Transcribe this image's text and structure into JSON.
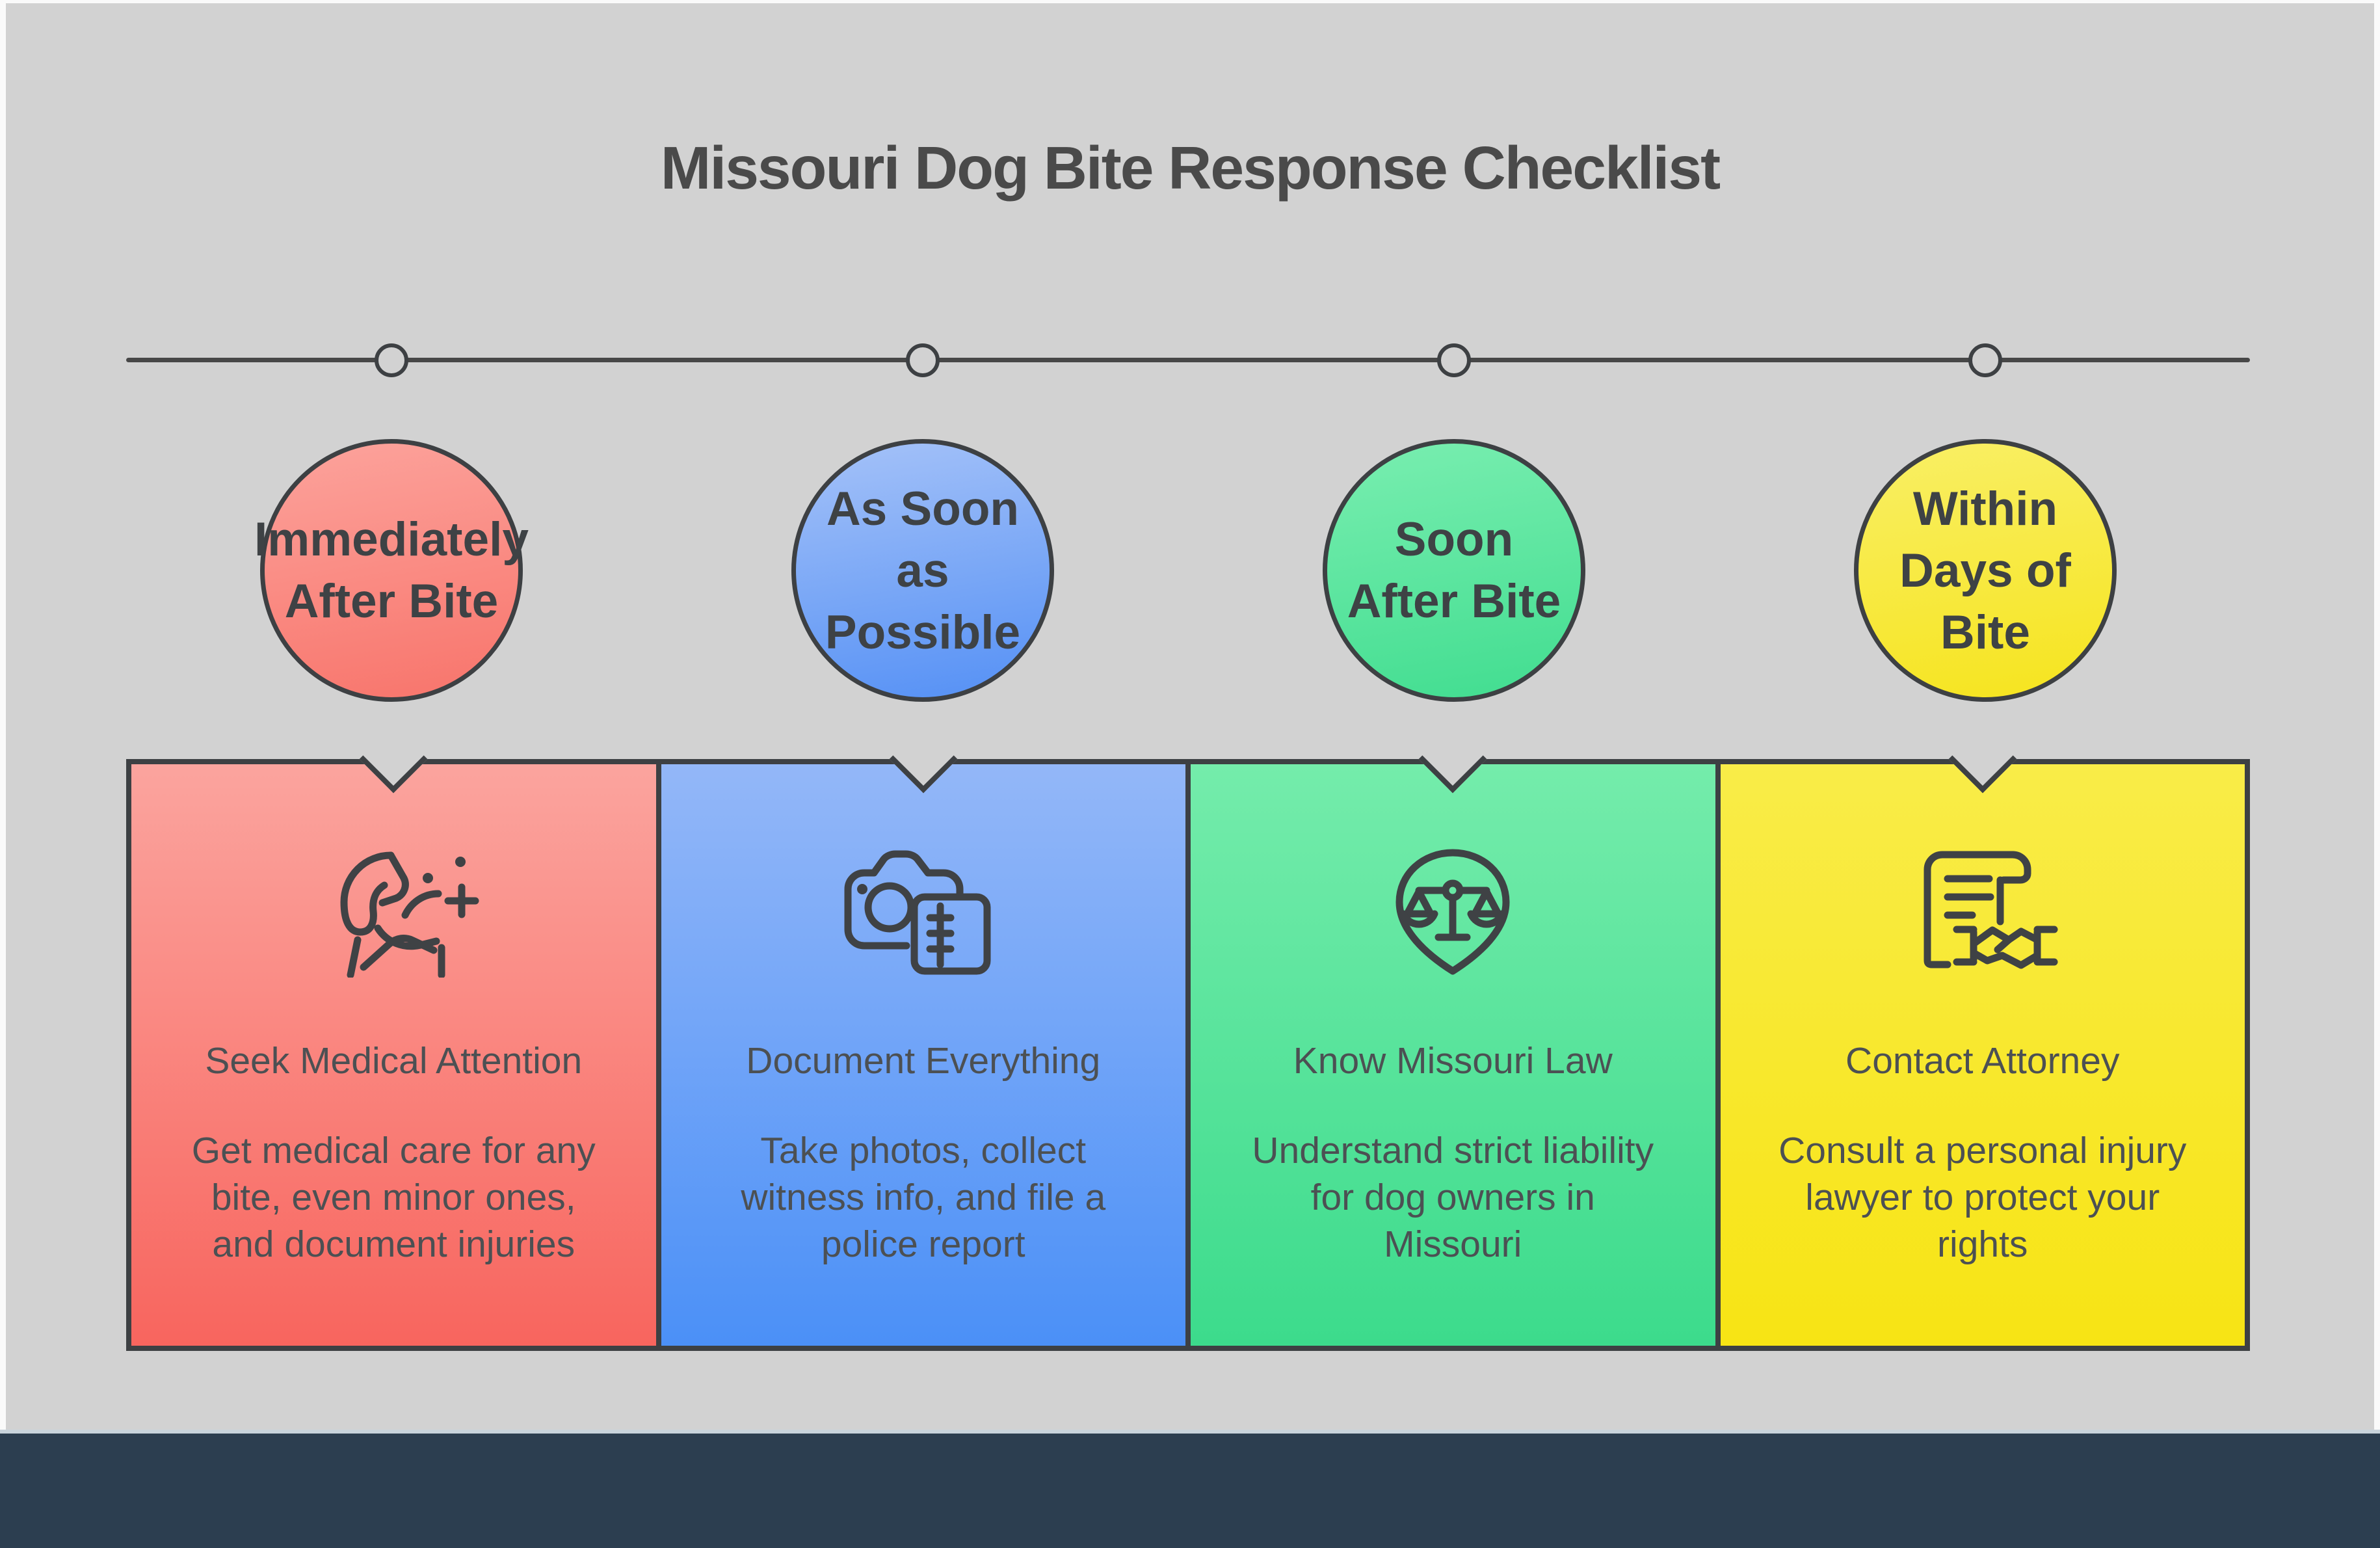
{
  "page": {
    "title": "Missouri Dog Bite Response Checklist"
  },
  "colors": {
    "background": "#d2d2d2",
    "frame": "#fafafa",
    "footer": "#2c3e50",
    "separator": "#c9d4dc",
    "outline": "#3d4043",
    "line": "#474747",
    "icon-stroke": "#3f4245",
    "title-text": "#4a4a4a",
    "badge-text": "#3e4245",
    "card-text": "#4c5053",
    "circle-red": [
      "#fca39c",
      "#f8746b"
    ],
    "circle-blue": [
      "#a5c2f8",
      "#5490f5"
    ],
    "circle-green": [
      "#79eeb0",
      "#41dd90"
    ],
    "circle-yellow": [
      "#f9ef66",
      "#f6e41d"
    ],
    "card-red": [
      "#fba49e",
      "#f8655e"
    ],
    "card-blue": [
      "#93b7f8",
      "#4b90f7"
    ],
    "card-green": [
      "#74ecab",
      "#3cdb8c"
    ],
    "card-yellow": [
      "#f9ec48",
      "#f7e414"
    ]
  },
  "timeline": {
    "steps": [
      {
        "badge_lines": [
          "Immediately",
          "After Bite"
        ],
        "card": {
          "icon": "medical-attention-icon",
          "title": "Seek Medical Attention",
          "body_lines": [
            "Get medical care for any",
            "bite, even minor ones,",
            "and document injuries"
          ]
        }
      },
      {
        "badge_lines": [
          "As Soon",
          "as",
          "Possible"
        ],
        "card": {
          "icon": "camera-notebook-icon",
          "title": "Document Everything",
          "body_lines": [
            "Take photos, collect",
            "witness info, and file a",
            "police report"
          ]
        }
      },
      {
        "badge_lines": [
          "Soon",
          "After Bite"
        ],
        "card": {
          "icon": "justice-scales-pin-icon",
          "title": "Know Missouri Law",
          "body_lines": [
            "Understand strict liability",
            "for dog owners in",
            "Missouri"
          ]
        }
      },
      {
        "badge_lines": [
          "Within",
          "Days of",
          "Bite"
        ],
        "card": {
          "icon": "contract-handshake-icon",
          "title": "Contact Attorney",
          "body_lines": [
            "Consult a personal injury",
            "lawyer to protect your",
            "rights"
          ]
        }
      }
    ]
  }
}
